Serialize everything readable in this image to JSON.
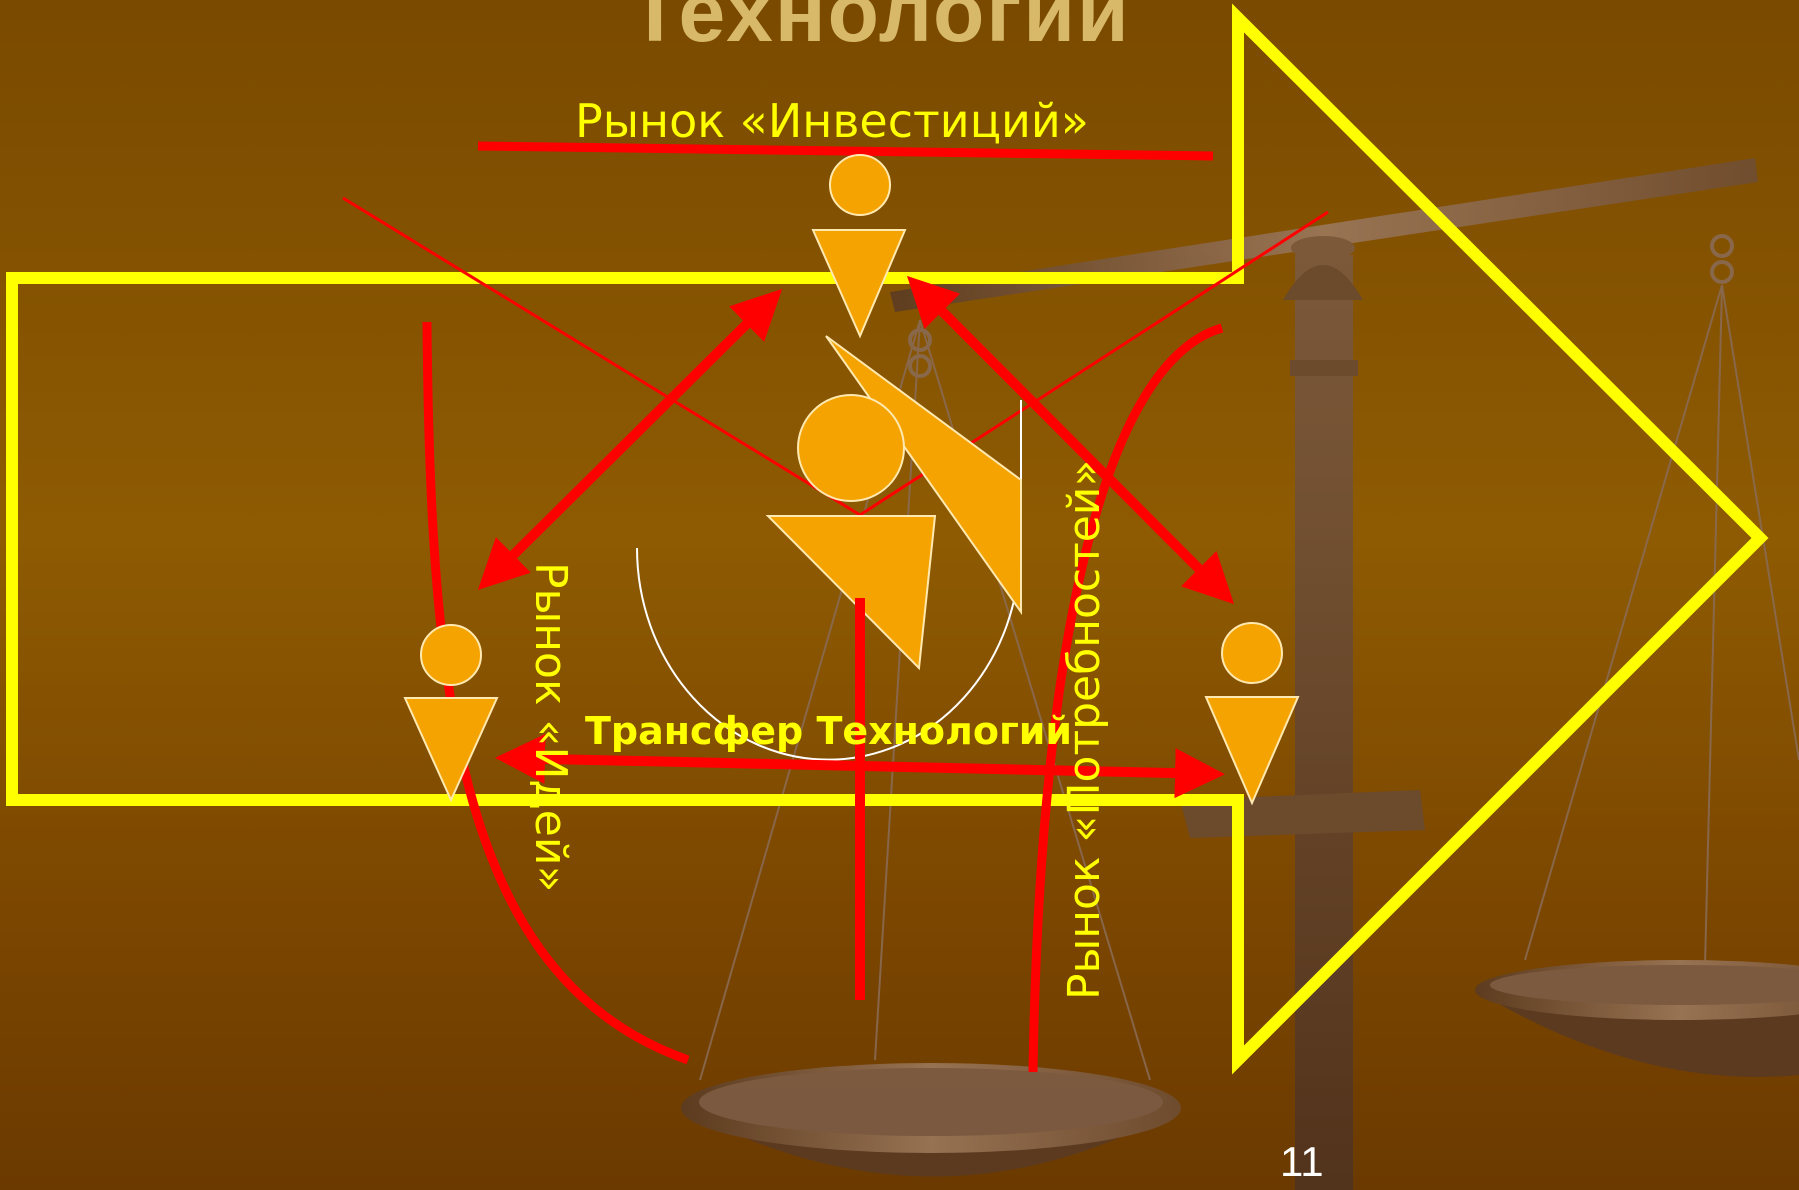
{
  "slide": {
    "title": "Технологий",
    "market_investments": "Рынок «Инвестиций»",
    "market_ideas": "Рынок «Идей»",
    "market_needs": "Рынок «Потребностей»",
    "transfer": "Трансфер Технологий",
    "page_number": "11"
  },
  "colors": {
    "background": "#7f4c00",
    "frame_arrow": "#ffff00",
    "arrows": "#ff0000",
    "figures": "#f5a300",
    "scale": "#8a6444"
  },
  "icons": [
    "person-icon",
    "scales-icon",
    "double-arrow-icon",
    "big-arrow-outline"
  ]
}
